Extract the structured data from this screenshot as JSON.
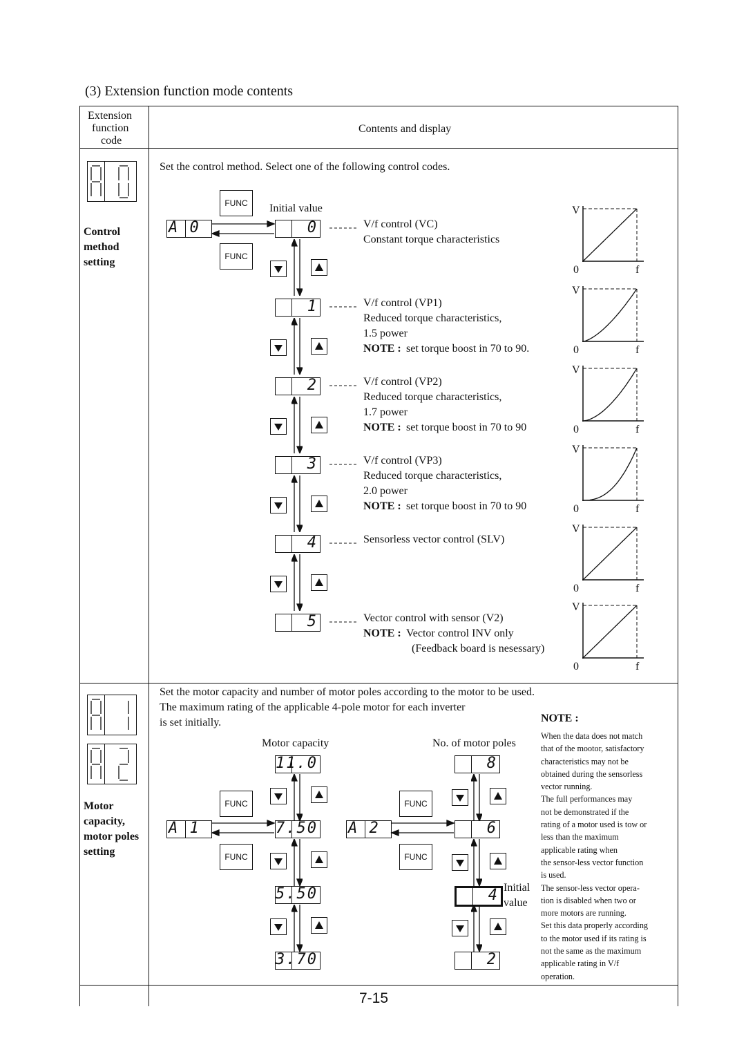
{
  "title": "(3) Extension function mode contents",
  "header": {
    "col1_line1": "Extension",
    "col1_line2": "function",
    "col1_line3": "code",
    "col2": "Contents and display"
  },
  "section_a0": {
    "code_display": "A 0",
    "label_line1": "Control",
    "label_line2": "method",
    "label_line3": "setting",
    "intro": "Set the control method.  Select one of the following control codes.",
    "func_label": "FUNC",
    "initial_value_label": "Initial value",
    "entry_display": "A  0",
    "options": [
      {
        "display": "0",
        "lines": [
          "V/f control (VC)",
          "Constant torque characteristics"
        ]
      },
      {
        "display": "1",
        "lines": [
          "V/f control (VP1)",
          "Reduced torque characteristics,",
          "1.5 power"
        ],
        "note": "NOTE :",
        "note_text": " set torque boost in 70 to 90."
      },
      {
        "display": "2",
        "lines": [
          "V/f control (VP2)",
          "Reduced torque characteristics,",
          "1.7 power"
        ],
        "note": "NOTE :",
        "note_text": " set torque boost in 70 to 90"
      },
      {
        "display": "3",
        "lines": [
          "V/f control (VP3)",
          "Reduced torque characteristics,",
          "2.0 power"
        ],
        "note": "NOTE :",
        "note_text": " set torque boost in 70 to 90"
      },
      {
        "display": "4",
        "lines": [
          "Sensorless vector control (SLV)"
        ]
      },
      {
        "display": "5",
        "lines": [
          "Vector control with sensor (V2)"
        ],
        "note": "NOTE :",
        "note_text": " Vector control INV only",
        "extra": "(Feedback board is nesessary)"
      }
    ],
    "graph_axis": {
      "v": "V",
      "zero": "0",
      "f": "f"
    }
  },
  "section_a1": {
    "code_display_1": "A 1",
    "code_display_2": "A 2",
    "label_line1": "Motor",
    "label_line2": "capacity,",
    "label_line3": "motor poles",
    "label_line4": "setting",
    "intro_line1": "Set the motor capacity and number of motor poles according to the motor to be used.",
    "intro_line2": "The maximum rating of the applicable 4-pole motor for each inverter",
    "intro_line3": "is set initially.",
    "motor_capacity_label": "Motor capacity",
    "motor_poles_label": "No. of motor poles",
    "func_label": "FUNC",
    "entry_a1": "A  1",
    "entry_a2": "A  2",
    "capacity_values": [
      "11.0",
      "7.50",
      "5.50",
      "3.70"
    ],
    "pole_values": [
      "8",
      "6",
      "4",
      "2"
    ],
    "initial_value_line1": "Initial",
    "initial_value_line2": "value",
    "note_title": "NOTE :",
    "note_lines": [
      "When the data does not match",
      "that of the mootor, satisfactory",
      "characteristics may not be",
      "obtained during the sensorless",
      "vector running.",
      "The full performances may",
      "not be demonstrated if the",
      "rating of a motor used is tow or",
      "less than the maximum",
      "applicable rating  when",
      "the sensor-less vector function",
      "is used.",
      "The sensor-less vector opera-",
      "tion is disabled when two or",
      "more motors are running.",
      "Set this data properly according",
      "to the motor used if its rating is",
      "not the same as the maximum",
      "applicable rating in V/f",
      "operation."
    ]
  },
  "page_number": "7-15"
}
